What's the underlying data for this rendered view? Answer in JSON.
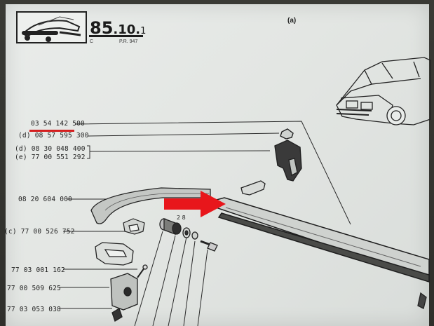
{
  "header": {
    "page_main": "85",
    "page_sub": ".10.",
    "page_minor": "1",
    "letter_c": "C",
    "pr_code": "P.R. 947",
    "figure_label": "(a)"
  },
  "parts": [
    {
      "ref": "",
      "number": "03 54 142 500"
    },
    {
      "ref": "(d)",
      "number": "08 57 595 300"
    },
    {
      "ref": "(d)",
      "number": "08 30 048 400"
    },
    {
      "ref": "(e)",
      "number": "77 00 551 292"
    },
    {
      "ref": "",
      "number": "08 20 604 000"
    },
    {
      "ref": "(c)",
      "number": "77 00 526 752"
    },
    {
      "ref": "",
      "number": "77 03 001 162"
    },
    {
      "ref": "",
      "number": "77 00 509 625"
    },
    {
      "ref": "",
      "number": "77 03 053 038"
    }
  ],
  "annotation": {
    "dimension": "2 8"
  },
  "colors": {
    "highlight": "#d41e1e",
    "arrow": "#e8161b",
    "ink": "#1f1f1f",
    "paper": "#e6e9e6"
  },
  "icons": {
    "arrow": "red-pointer-arrow",
    "thumbnail": "bumper-thumbnail-icon",
    "car": "car-outline-drawing"
  }
}
